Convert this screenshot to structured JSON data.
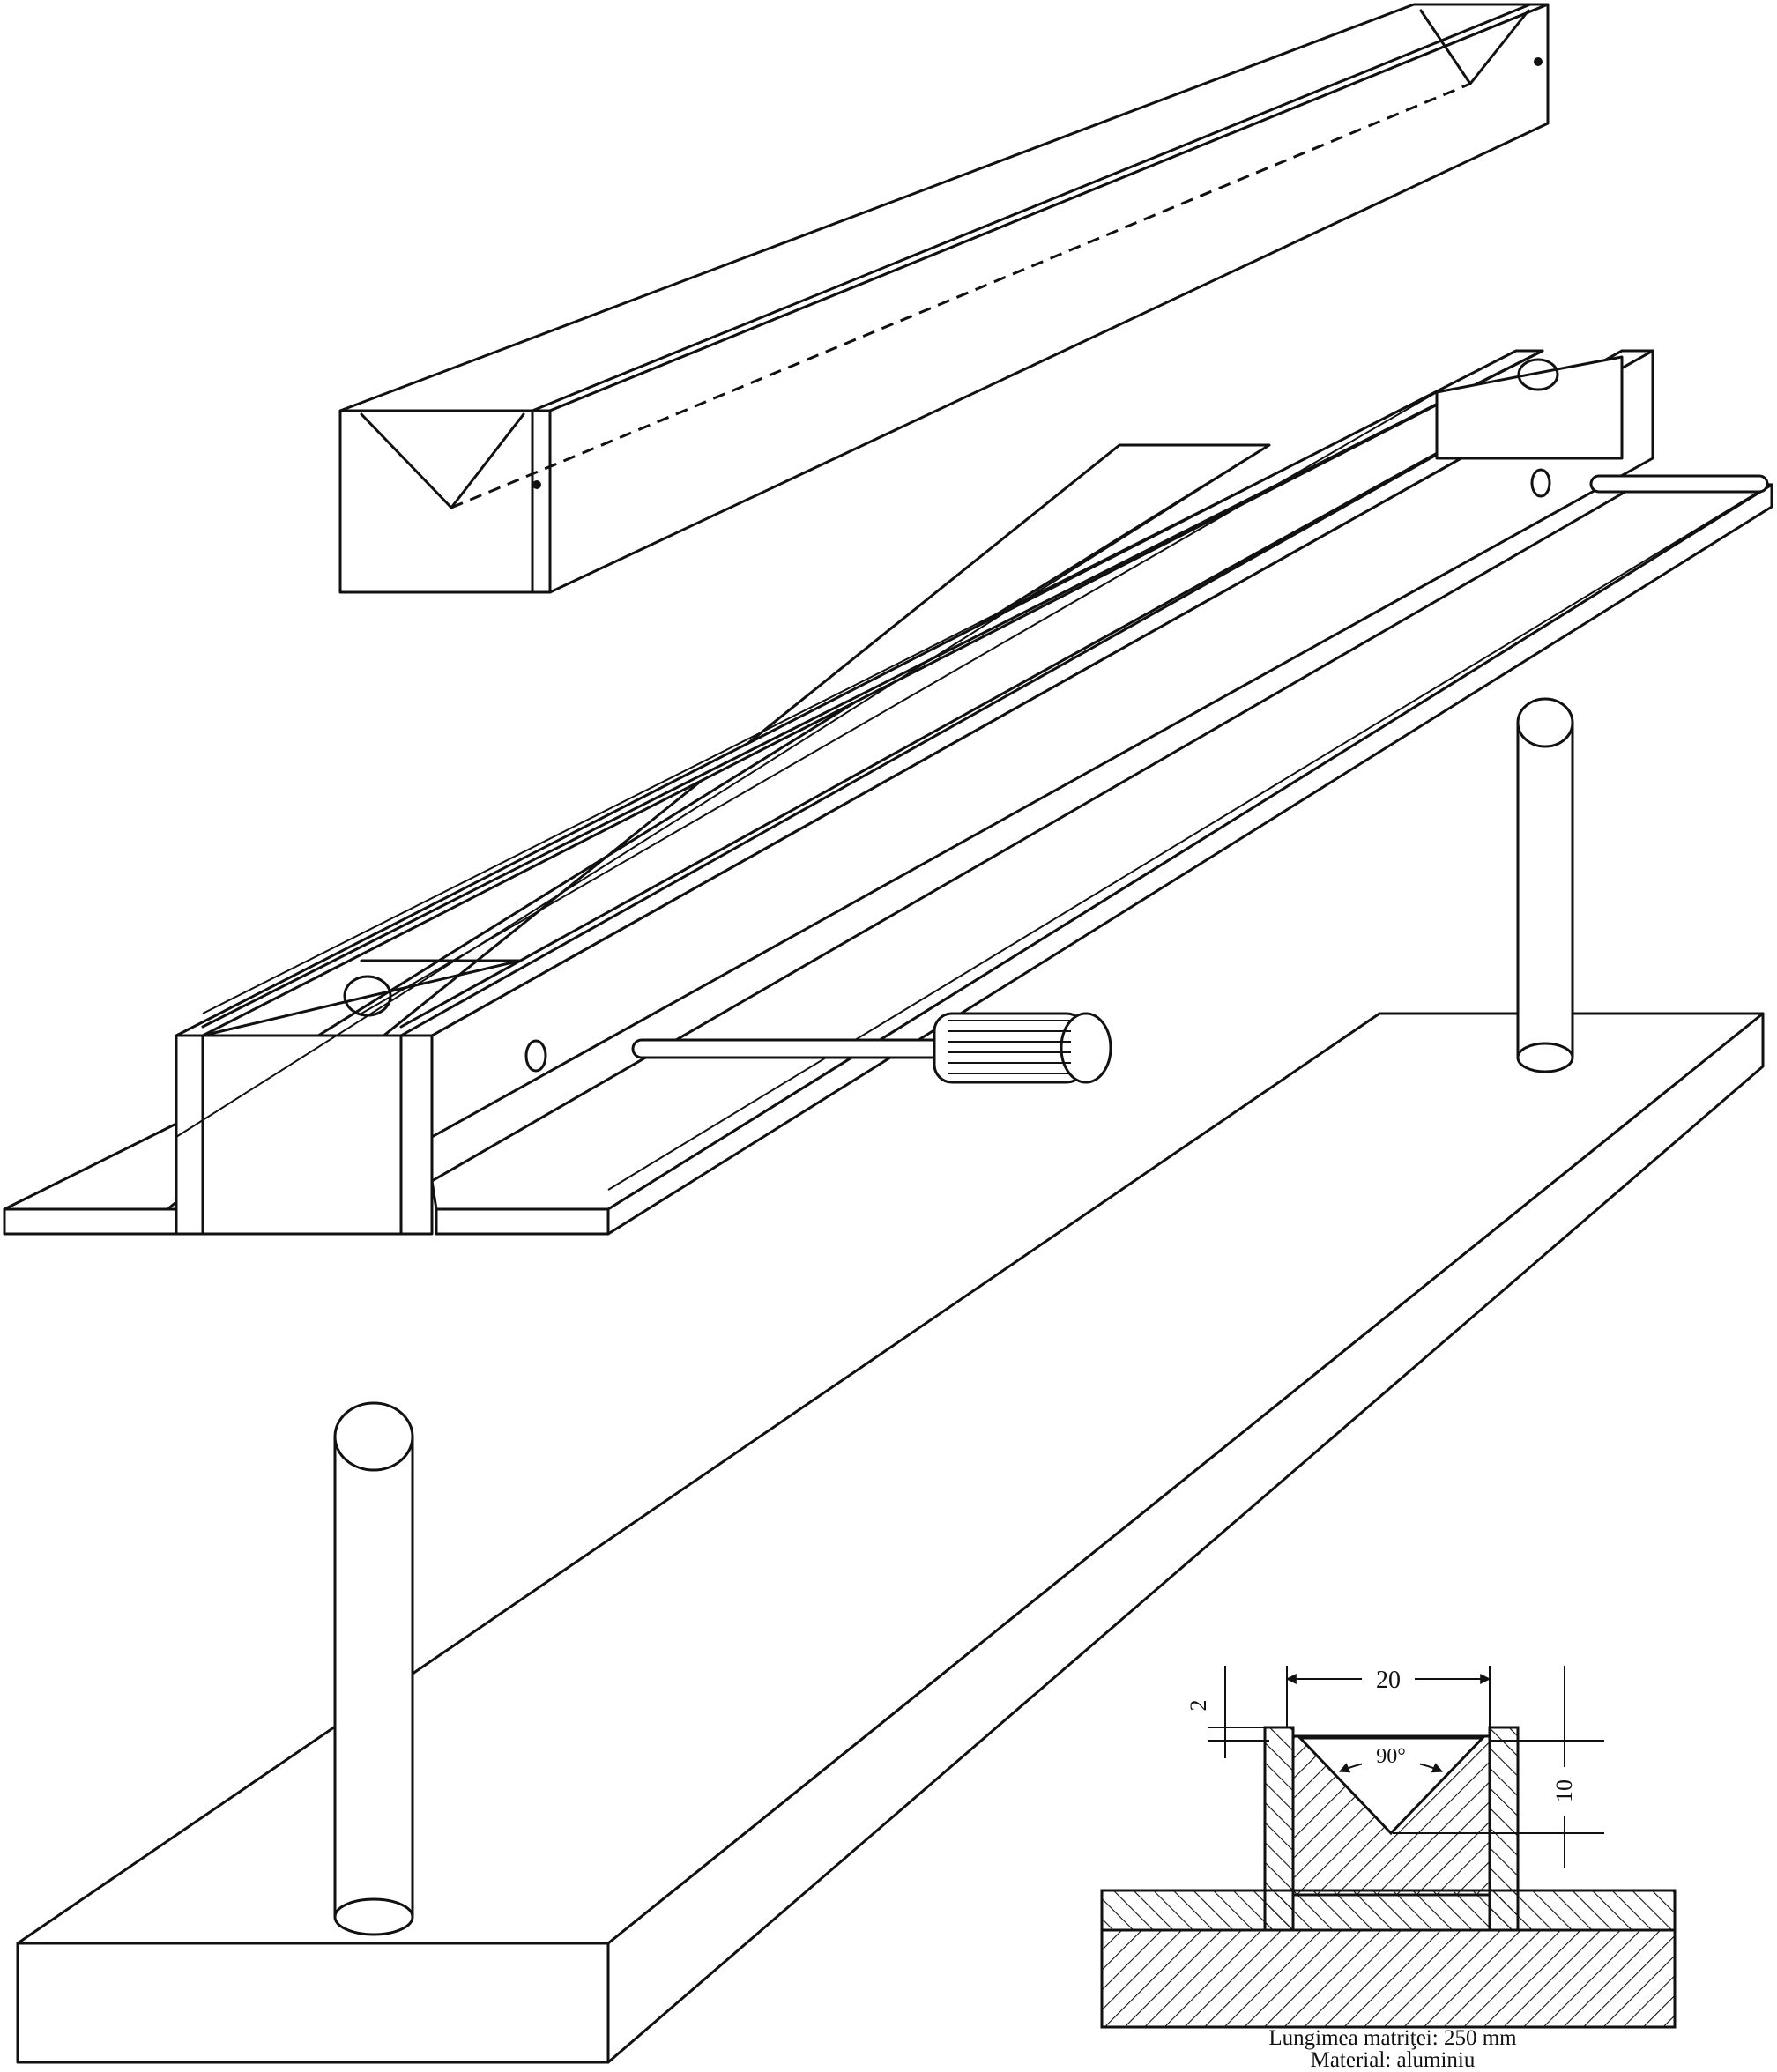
{
  "drawing": {
    "dimensions": {
      "width": "20",
      "wall_thickness": "2",
      "depth": "10",
      "angle": "90°"
    },
    "caption": {
      "line1": "Lungimea matriţei: 250 mm",
      "line2": "Material: aluminiu"
    }
  }
}
